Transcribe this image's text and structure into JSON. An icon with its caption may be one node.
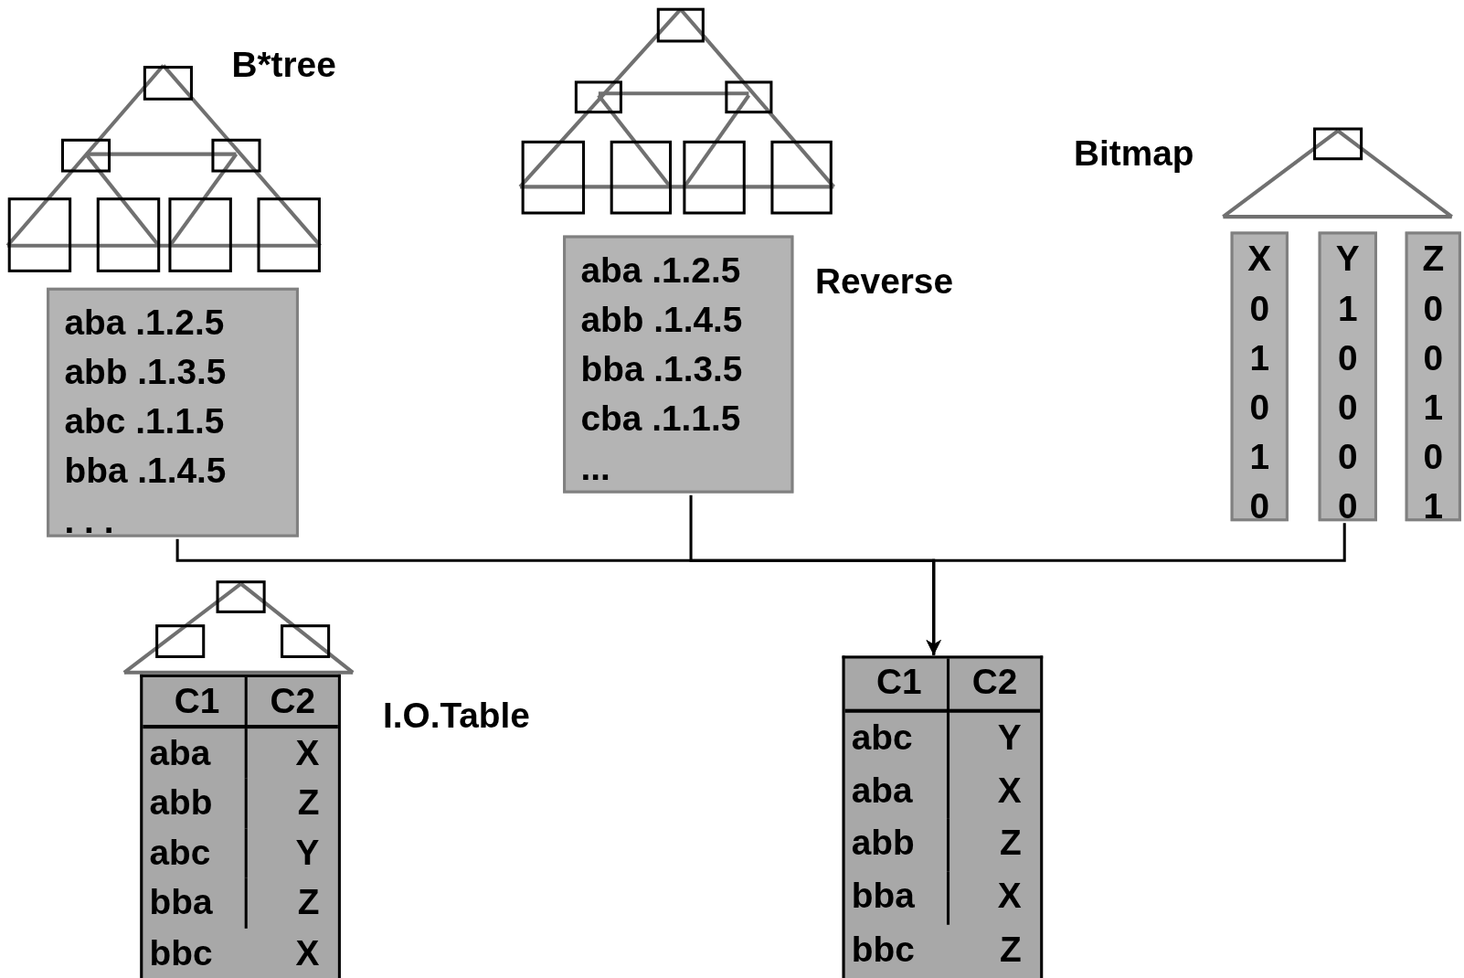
{
  "diagram": {
    "nodes": [
      {
        "text": [
          "aba .1.2.5",
          "abb .1.3.5",
          "abc .1.1.5",
          "bba .1.4.5",
          ". . ."
        ]
      },
      {
        "text": [
          "aba .1.2.5",
          "abb .1.4.5",
          "bba .1.3.5",
          "cba .1.1.5",
          "..."
        ]
      },
      {
        "text": [
          "X",
          "0",
          "1",
          "0",
          "1",
          "0"
        ]
      },
      {
        "text": [
          "Y",
          "1",
          "0",
          "0",
          "0",
          "0"
        ]
      },
      {
        "text": [
          "Z",
          "0",
          "0",
          "1",
          "0",
          "1"
        ]
      },
      {
        "text": [
          "C1",
          "C2",
          "aba",
          "X",
          "abb",
          "Z",
          "abc",
          "Y",
          "bba",
          "Z",
          "bbc",
          "X"
        ]
      },
      {
        "text": [
          "C1",
          "C2",
          "abc",
          "Y",
          "aba",
          "X",
          "abb",
          "Z",
          "bba",
          "X",
          "bbc",
          "Z"
        ]
      }
    ],
    "edges": [
      {
        "from": 0,
        "to": 6,
        "arrow": "to"
      },
      {
        "from": 1,
        "to": 6,
        "arrow": "to"
      },
      {
        "from": 3,
        "to": 6,
        "arrow": "to"
      }
    ],
    "labels": [
      "B*tree",
      "Reverse",
      "Bitmap",
      "I.O.Table"
    ]
  }
}
